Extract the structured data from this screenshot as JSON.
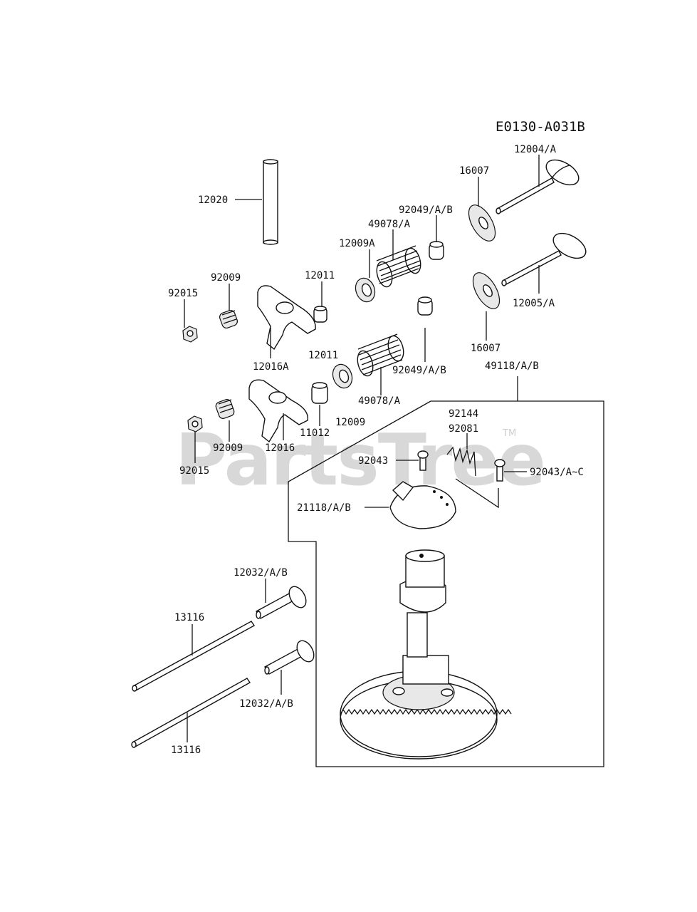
{
  "diagram_code": "E0130-A031B",
  "watermark": {
    "text": "PartsTree",
    "trademark": "TM"
  },
  "labels": {
    "l12004": "12004/A",
    "l16007_top": "16007",
    "l92049_top": "92049/A/B",
    "l49078_top": "49078/A",
    "l12009A": "12009A",
    "l12020": "12020",
    "l12011_top": "12011",
    "l92009_top": "92009",
    "l92015_top": "92015",
    "l12005": "12005/A",
    "l16007_bot": "16007",
    "l12016A": "12016A",
    "l12011_mid": "12011",
    "l92049_bot": "92049/A/B",
    "l49118": "49118/A/B",
    "l49078_bot": "49078/A",
    "l12009": "12009",
    "l11012": "11012",
    "l12016": "12016",
    "l92009_bot": "92009",
    "l92015_bot": "92015",
    "l92144": "92144",
    "l92081": "92081",
    "l92043": "92043",
    "l92043AC": "92043/A~C",
    "l21118": "21118/A/B",
    "l12032_top": "12032/A/B",
    "l13116_top": "13116",
    "l12032_bot": "12032/A/B",
    "l13116_bot": "13116"
  }
}
